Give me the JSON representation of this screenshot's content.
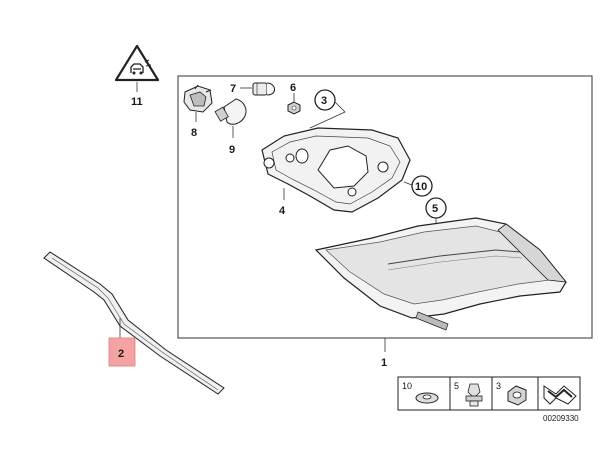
{
  "callouts": {
    "c1": "1",
    "c2": "2",
    "c3": "3",
    "c4": "4",
    "c5": "5",
    "c6": "6",
    "c7": "7",
    "c8": "8",
    "c9": "9",
    "c10": "10",
    "c11": "11"
  },
  "legend": {
    "items": [
      "10",
      "5",
      "3"
    ]
  },
  "doc_id": "00209330",
  "colors": {
    "highlight": "#f4a3a3",
    "line": "#333333"
  },
  "icons": {
    "warning": "warning-triangle-icon",
    "bulb_holder": "bulb-holder-icon",
    "bulb_large": "bulb-icon",
    "bulb_small": "small-bulb-icon",
    "nut": "nut-icon",
    "gasket": "gasket-icon",
    "lamp": "tail-light-icon",
    "seal": "seal-strip-icon",
    "washer": "washer-icon",
    "clip": "clip-icon",
    "hex_nut": "hex-nut-icon",
    "strip": "strip-icon"
  }
}
